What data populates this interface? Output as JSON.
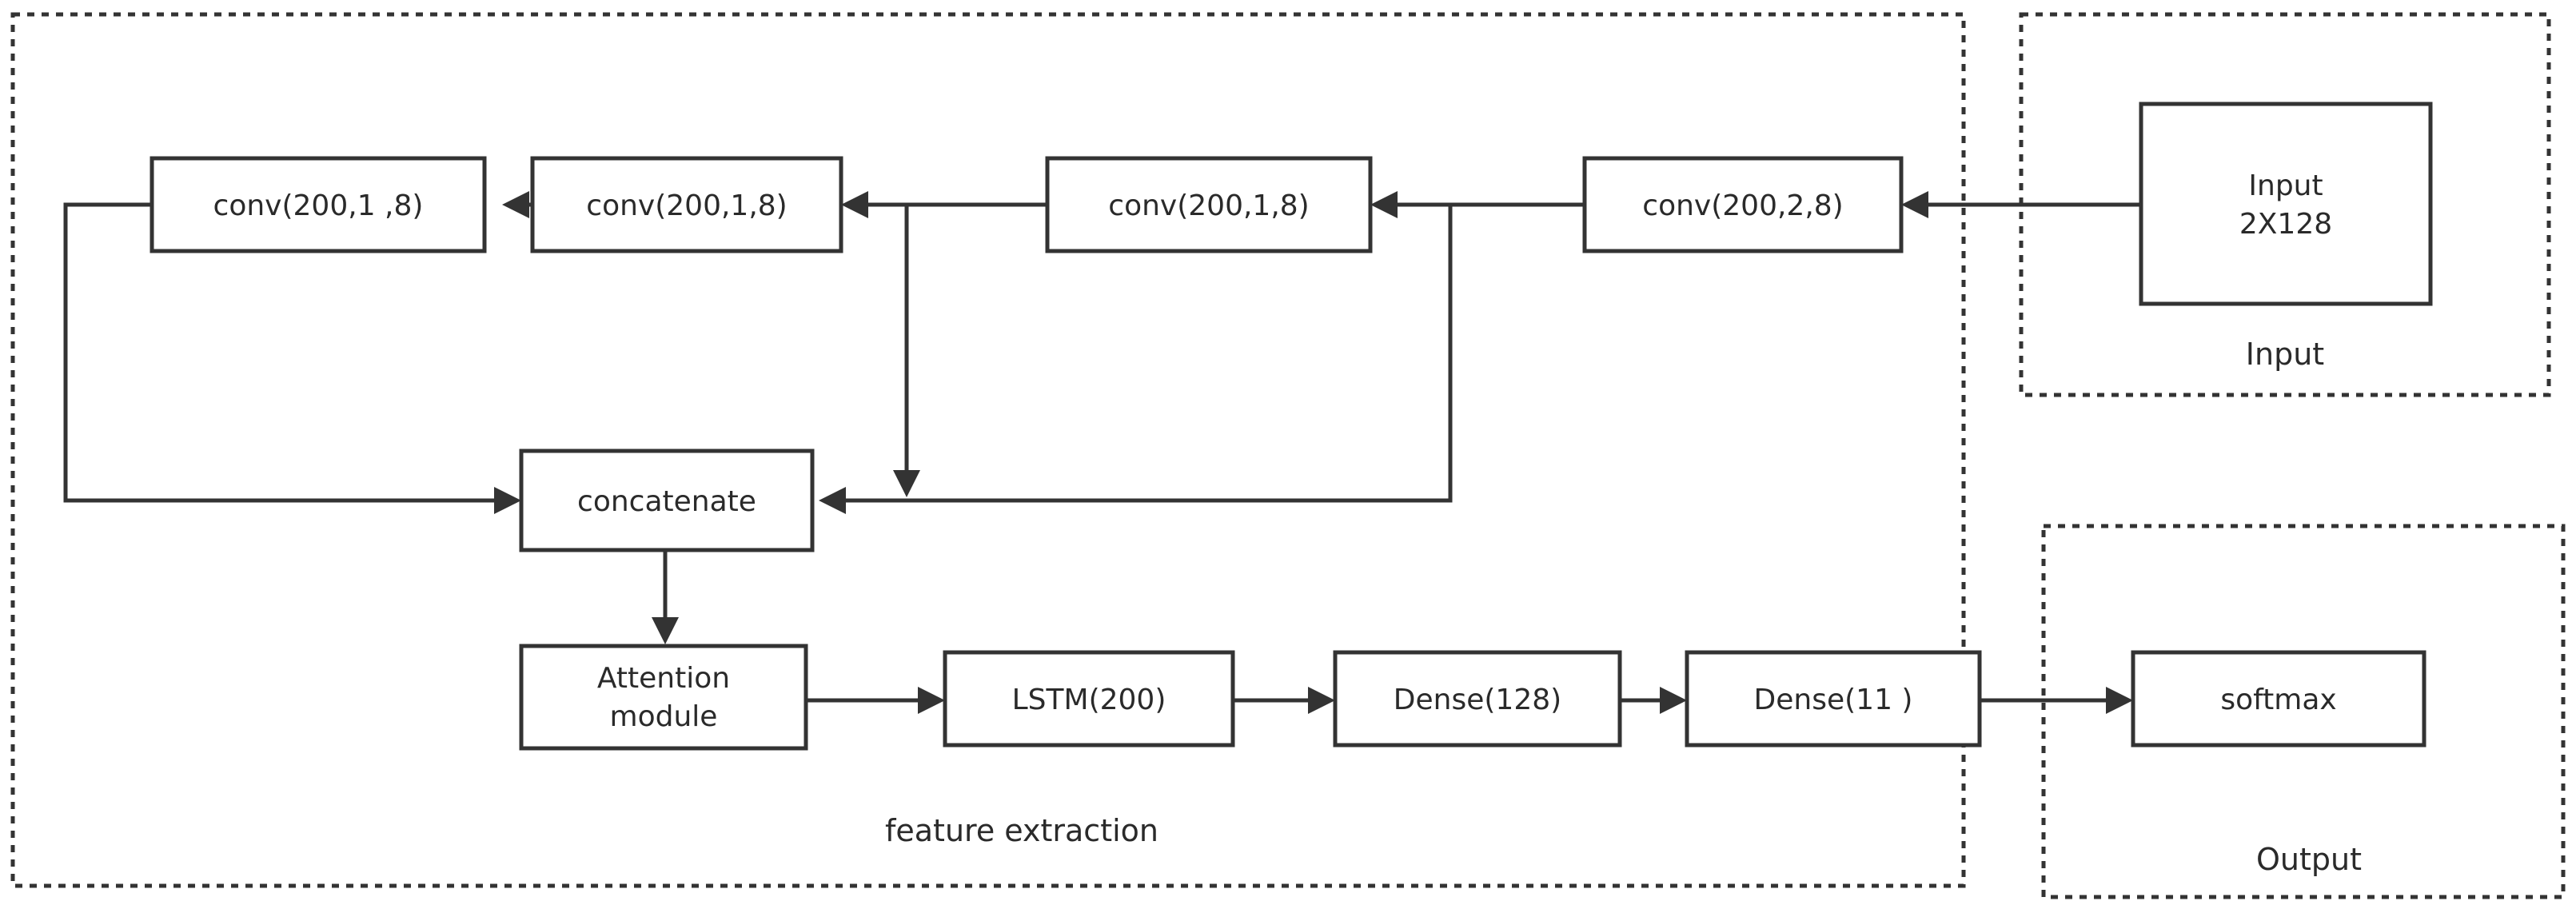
{
  "regions": {
    "feature": "feature extraction",
    "input": "Input",
    "output": "Output"
  },
  "nodes": {
    "input": [
      "Input",
      "2X128"
    ],
    "conv4": "conv(200,2,8)",
    "conv3": "conv(200,1,8)",
    "conv2": "conv(200,1,8)",
    "conv1": "conv(200,1 ,8)",
    "concat": "concatenate",
    "attention": [
      "Attention",
      "module"
    ],
    "lstm": "LSTM(200)",
    "dense128": "Dense(128)",
    "dense11": "Dense(11 )",
    "softmax": "softmax"
  },
  "edges": [
    {
      "from": "input",
      "to": "conv4"
    },
    {
      "from": "conv4",
      "to": "conv3"
    },
    {
      "from": "conv4",
      "to": "concat"
    },
    {
      "from": "conv3",
      "to": "conv2"
    },
    {
      "from": "conv3",
      "to": "concat"
    },
    {
      "from": "conv2",
      "to": "conv1"
    },
    {
      "from": "conv1",
      "to": "concat"
    },
    {
      "from": "concat",
      "to": "attention"
    },
    {
      "from": "attention",
      "to": "lstm"
    },
    {
      "from": "lstm",
      "to": "dense128"
    },
    {
      "from": "dense128",
      "to": "dense11"
    },
    {
      "from": "dense11",
      "to": "softmax"
    }
  ]
}
